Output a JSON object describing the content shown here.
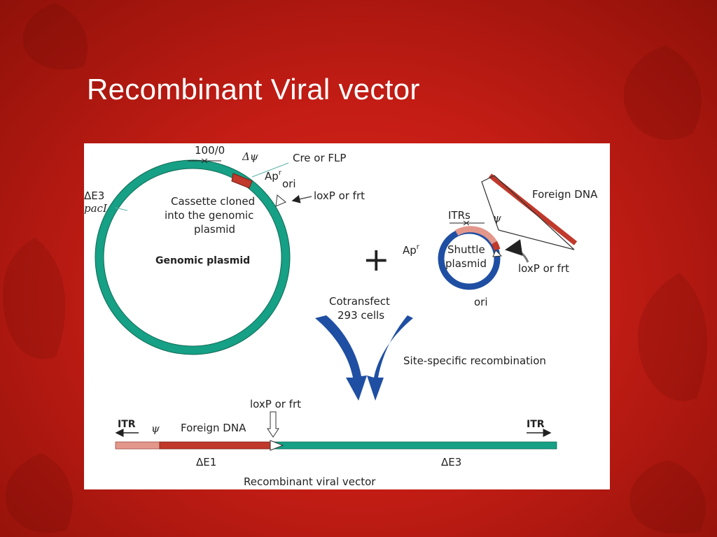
{
  "slide": {
    "title": "Recombinant Viral vector"
  },
  "colors": {
    "background": "#c41d15",
    "genomic_plasmid": "#16a085",
    "shuttle_plasmid": "#1f4fa3",
    "foreign_dna": "#c0392b",
    "itr_segment": "#e3978b",
    "arrow_blue": "#1f4fa3"
  },
  "diagram": {
    "genomic": {
      "position_100_0": "100/0",
      "delta_psi": "Δψ",
      "cre_or_flp": "Cre or FLP",
      "ap_r": "Ap",
      "ap_sup": "r",
      "ori": "ori",
      "loxp_or_frt": "loxP or frt",
      "delta_e3": "ΔE3",
      "pac_i": "pacI",
      "cassette_line1": "Cassette cloned",
      "cassette_line2": "into the genomic",
      "cassette_line3": "plasmid",
      "plasmid_label": "Genomic plasmid"
    },
    "plus_sign": "+",
    "shuttle": {
      "itrs": "ITRs",
      "psi": "ψ",
      "foreign_dna": "Foreign DNA",
      "ap_r": "Ap",
      "ap_sup": "r",
      "line1": "Shuttle",
      "line2": "plasmid",
      "loxp_or_frt": "loxP or frt",
      "ori": "ori"
    },
    "cotransfect_line1": "Cotransfect",
    "cotransfect_line2": "293 cells",
    "site_specific": "Site-specific recombination",
    "vector": {
      "loxp_or_frt": "loxP or frt",
      "itr_left": "ITR",
      "psi": "ψ",
      "foreign_dna": "Foreign DNA",
      "itr_right": "ITR",
      "delta_e1": "ΔE1",
      "delta_e3": "ΔE3",
      "caption": "Recombinant viral vector"
    }
  }
}
